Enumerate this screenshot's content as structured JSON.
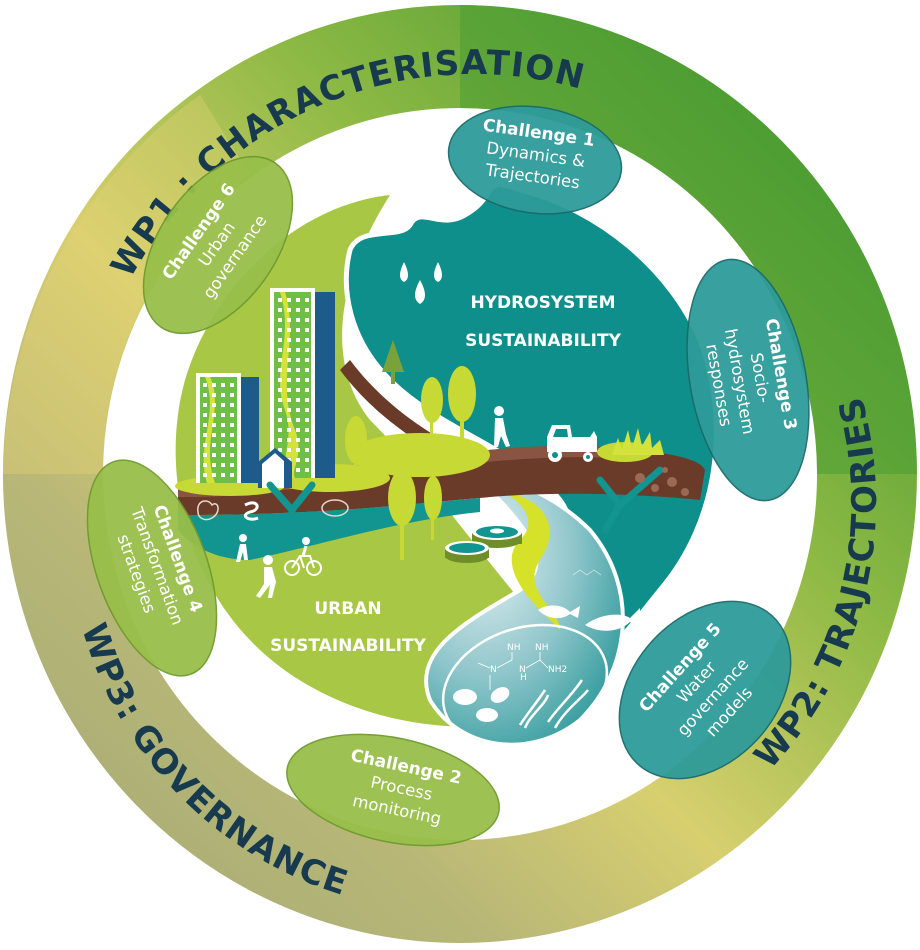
{
  "work_packages": [
    {
      "id": "wp1",
      "label": "WP1 : CHARACTERISATION"
    },
    {
      "id": "wp2",
      "label": "WP2: TRAJECTORIES"
    },
    {
      "id": "wp3",
      "label": "WP3: GOVERNANCE"
    }
  ],
  "center": {
    "hydrosystem": {
      "line1": "HYDROSYSTEM",
      "line2": "SUSTAINABILITY"
    },
    "urban": {
      "line1": "URBAN",
      "line2": "SUSTAINABILITY"
    }
  },
  "challenges": [
    {
      "title": "Challenge 1",
      "lines": [
        "Dynamics &",
        "Trajectories"
      ],
      "theme": "teal"
    },
    {
      "title": "Challenge 2",
      "lines": [
        "Process",
        "monitoring"
      ],
      "theme": "green"
    },
    {
      "title": "Challenge 3",
      "lines": [
        "Socio-",
        "hydrosystem",
        "responses"
      ],
      "theme": "teal"
    },
    {
      "title": "Challenge 4",
      "lines": [
        "Transformation",
        "strategies"
      ],
      "theme": "green"
    },
    {
      "title": "Challenge 5",
      "lines": [
        "Water",
        "governance",
        "models"
      ],
      "theme": "teal"
    },
    {
      "title": "Challenge 6",
      "lines": [
        "Urban",
        "governance"
      ],
      "theme": "green"
    }
  ],
  "chemistry": {
    "nh_a": "NH",
    "nh_b": "NH",
    "n1": "N",
    "n2": "N",
    "h": "H",
    "nh2": "NH2"
  },
  "colors": {
    "ring_green": "#3f962e",
    "ring_gold": "#f6d86c",
    "ring_olive": "#b2b178",
    "teal": "#0e8f8b",
    "teal_bubble": "#2e9b99",
    "lime": "#a9c847",
    "green_bubble": "#98bf4a",
    "navy": "#173a4e",
    "soil": "#6b3b2a"
  }
}
